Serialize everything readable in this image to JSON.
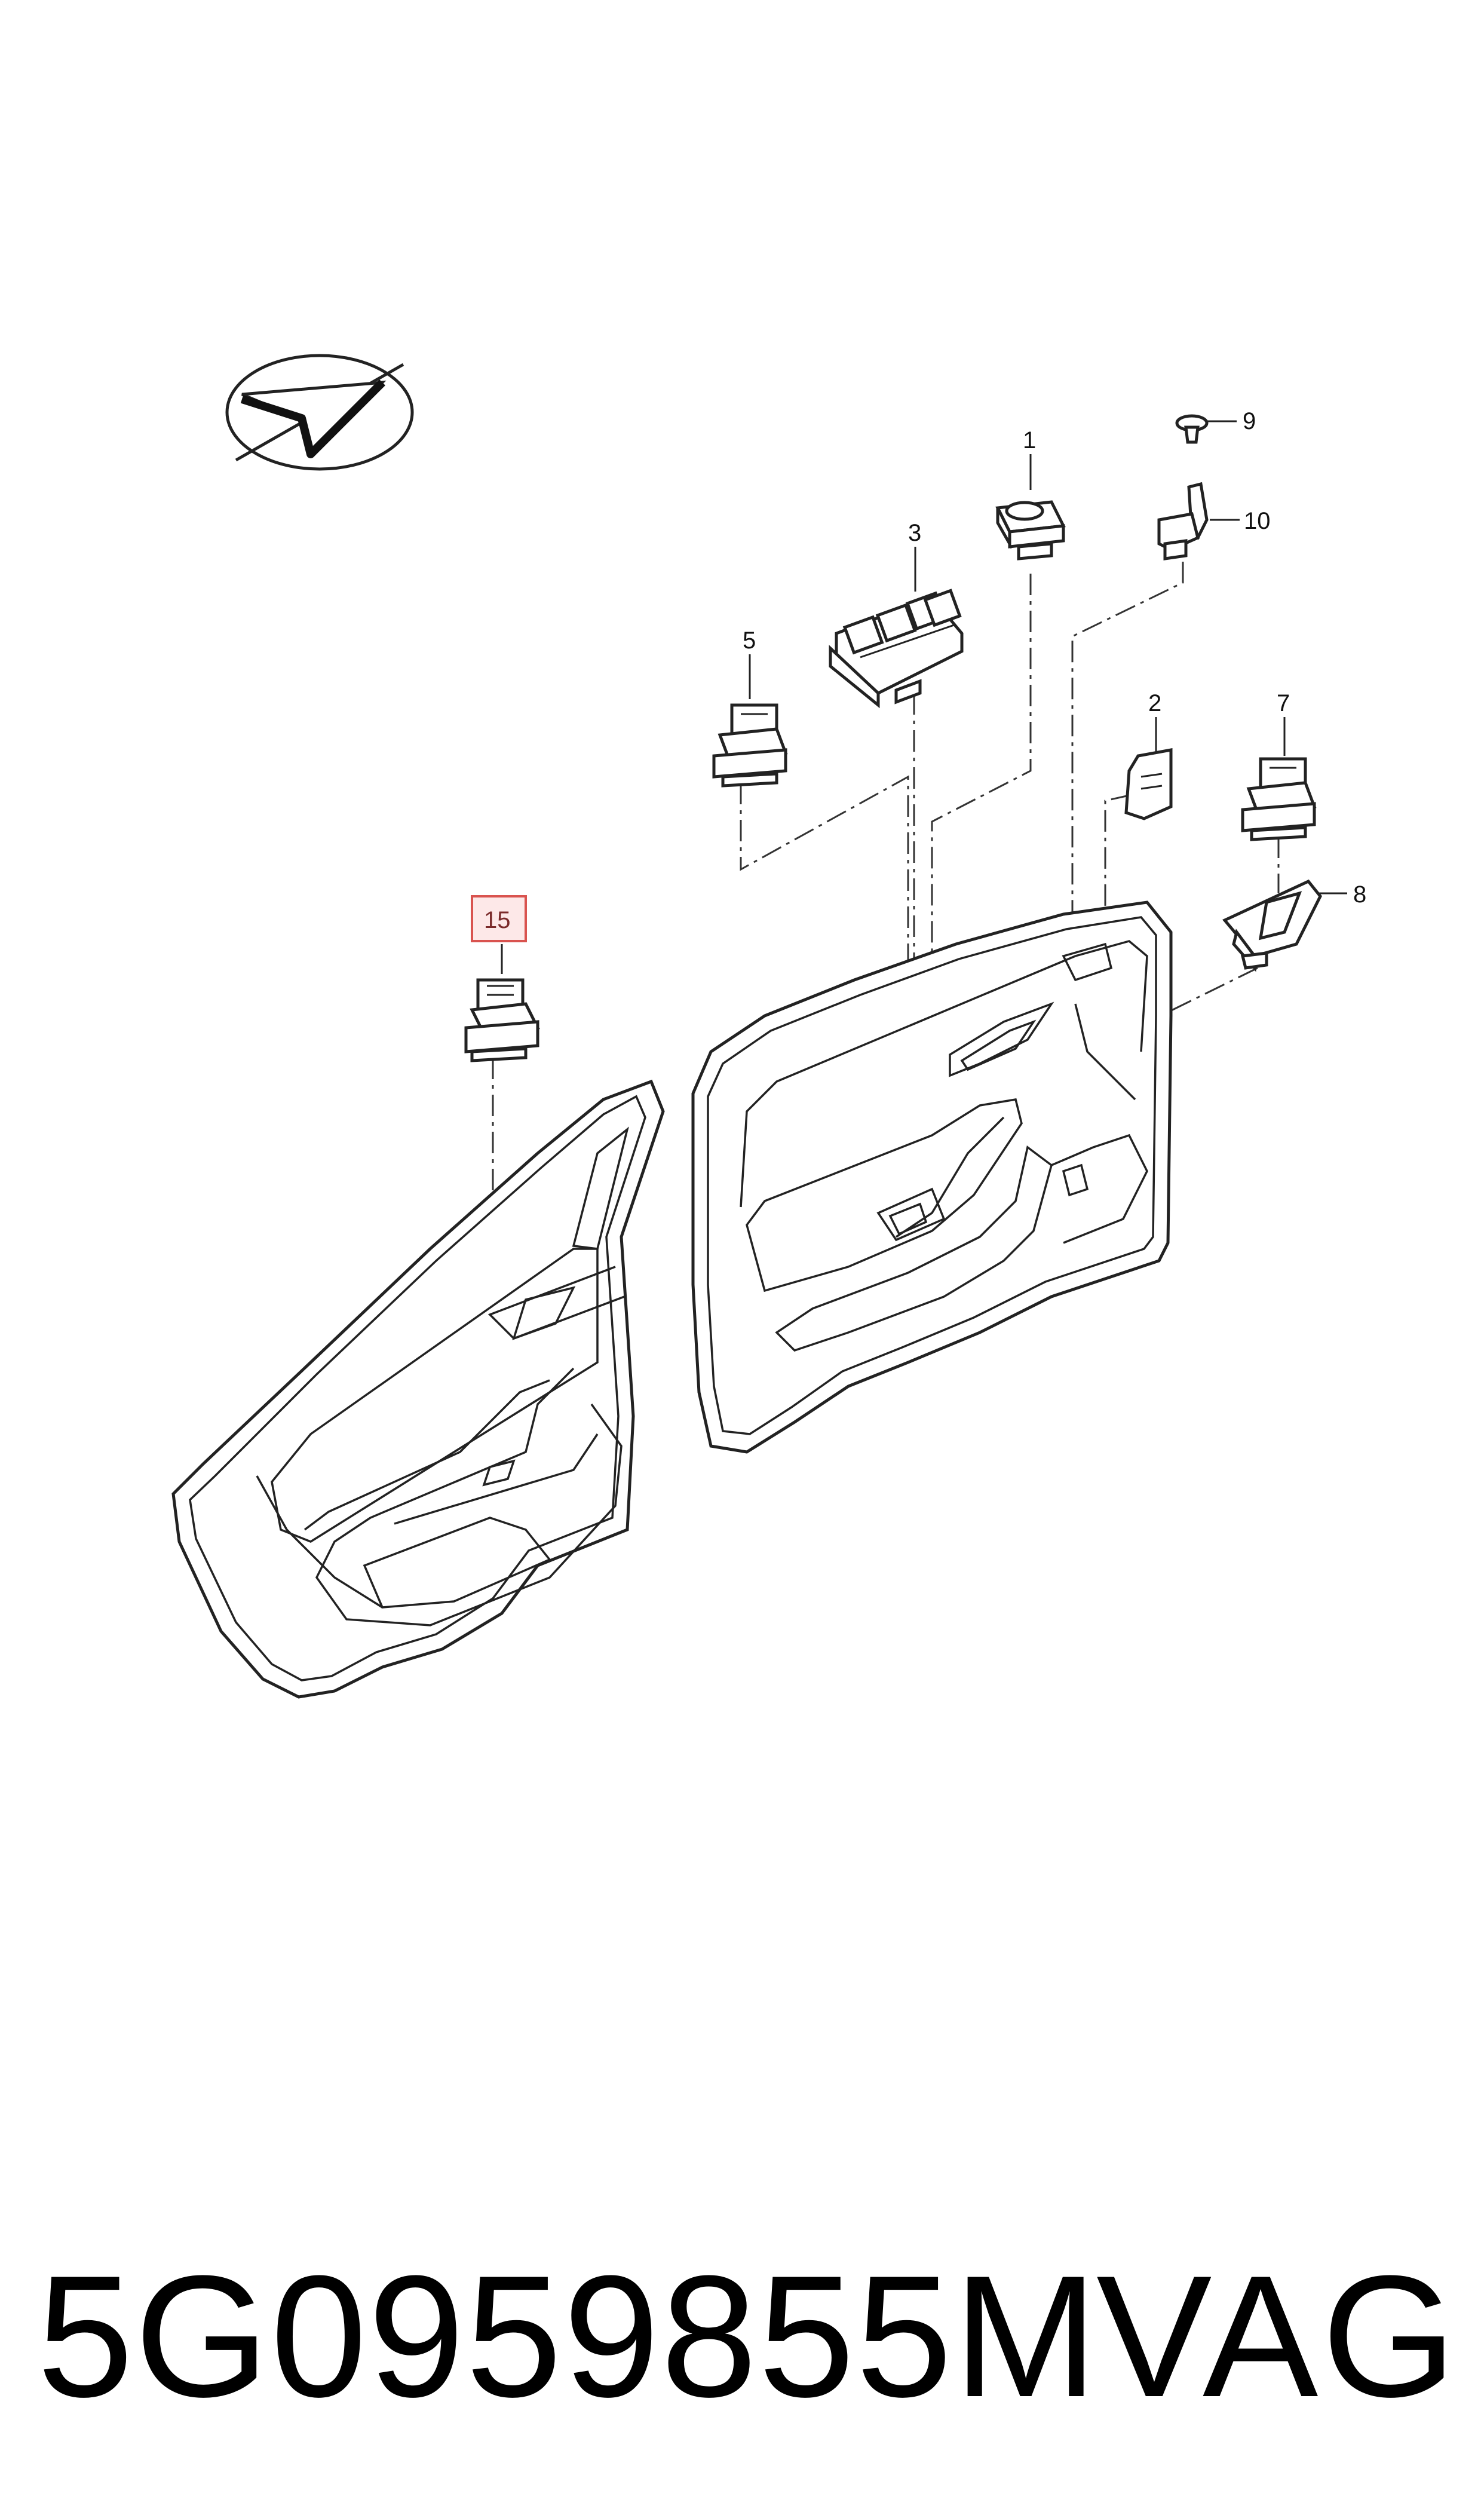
{
  "diagram": {
    "callouts": [
      {
        "id": "c1",
        "label": "1"
      },
      {
        "id": "c2",
        "label": "2"
      },
      {
        "id": "c3",
        "label": "3"
      },
      {
        "id": "c5",
        "label": "5"
      },
      {
        "id": "c7",
        "label": "7"
      },
      {
        "id": "c8",
        "label": "8"
      },
      {
        "id": "c9",
        "label": "9"
      },
      {
        "id": "c10",
        "label": "10"
      },
      {
        "id": "c15",
        "label": "15"
      }
    ],
    "highlight_color": "#d9534f",
    "line_color": "#222222"
  },
  "footer": {
    "part_number": "5G0959855M",
    "brand": "VAG"
  }
}
